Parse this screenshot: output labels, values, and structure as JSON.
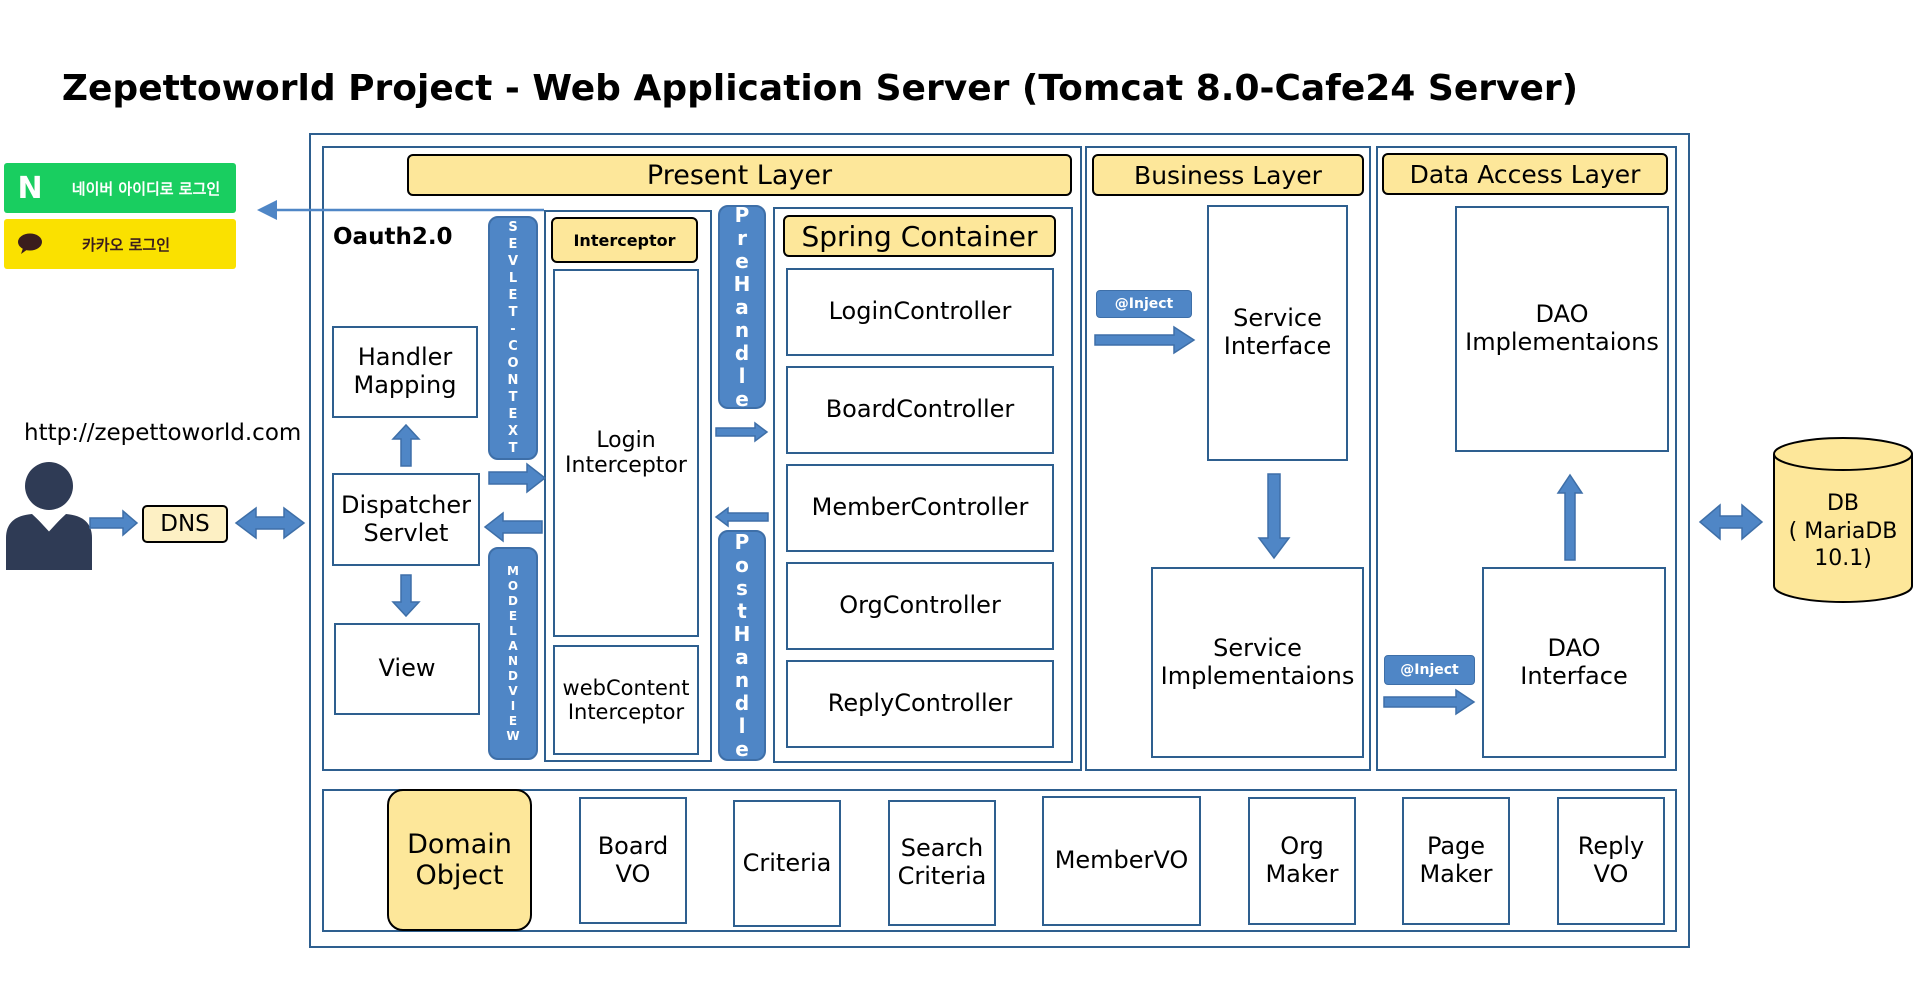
{
  "title": "Zepettoworld Project - Web Application Server (Tomcat 8.0-Cafe24 Server)",
  "login": {
    "naver_label": "네이버 아이디로 로그인",
    "kakao_label": "카카오 로그인",
    "naver_logo": "N"
  },
  "client": {
    "url": "http://zepettoworld.com",
    "dns": "DNS"
  },
  "layers": {
    "present": "Present Layer",
    "business": "Business Layer",
    "data_access": "Data Access Layer"
  },
  "present": {
    "oauth": "Oauth2.0",
    "handler_mapping": "Handler\nMapping",
    "dispatcher_servlet": "Dispatcher\nServlet",
    "view": "View",
    "servlet_context": "SEVLET-CONTEXT",
    "model_and_view": "MODELANDVIEW",
    "interceptor_header": "Interceptor",
    "login_interceptor": "Login\nInterceptor",
    "webcontent_interceptor": "webContent\nInterceptor",
    "prehandle": "PreHandle",
    "posthandle": "PostHandle",
    "spring_container": "Spring Container",
    "controllers": [
      "LoginController",
      "BoardController",
      "MemberController",
      "OrgController",
      "ReplyController"
    ]
  },
  "business": {
    "inject": "@Inject",
    "service_interface": "Service\nInterface",
    "service_impl": "Service\nImplementaions"
  },
  "data_access": {
    "dao_impl": "DAO\nImplementaions",
    "inject": "@Inject",
    "dao_interface": "DAO\nInterface"
  },
  "db": "DB\n( MariaDB\n10.1)",
  "domain": {
    "label": "Domain\nObject",
    "items": [
      "Board\nVO",
      "Criteria",
      "Search\nCriteria",
      "MemberVO",
      "Org\nMaker",
      "Page\nMaker",
      "Reply\nVO"
    ]
  },
  "colors": {
    "header_fill": "#fde79a",
    "box_border": "#2e5f8f",
    "arrow_fill": "#4f86c6",
    "naver_green": "#19ce60",
    "kakao_yellow": "#fae100",
    "user_icon": "#2f3b55"
  }
}
